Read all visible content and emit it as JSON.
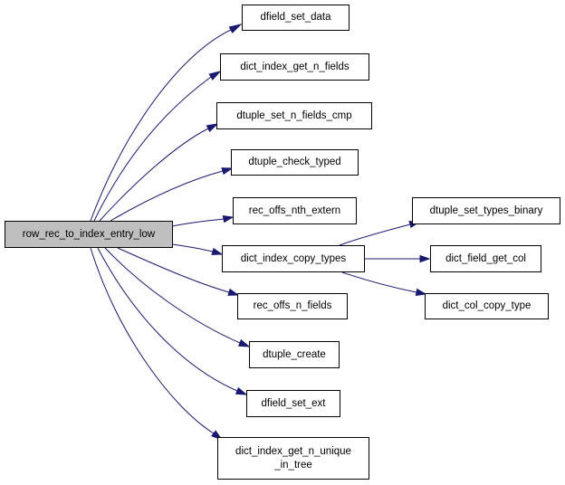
{
  "colors": {
    "edge": "#191970",
    "root_fill": "#bfbfbf",
    "node_fill": "#ffffff",
    "border": "#000000"
  },
  "nodes": {
    "root": "row_rec_to_index_entry_low",
    "dfield_set_data": "dfield_set_data",
    "dict_index_get_n_fields": "dict_index_get_n_fields",
    "dtuple_set_n_fields_cmp": "dtuple_set_n_fields_cmp",
    "dtuple_check_typed": "dtuple_check_typed",
    "rec_offs_nth_extern": "rec_offs_nth_extern",
    "dict_index_copy_types": "dict_index_copy_types",
    "rec_offs_n_fields": "rec_offs_n_fields",
    "dtuple_create": "dtuple_create",
    "dfield_set_ext": "dfield_set_ext",
    "dict_index_get_n_unique_in_tree": "dict_index_get_n_unique\n_in_tree",
    "dtuple_set_types_binary": "dtuple_set_types_binary",
    "dict_field_get_col": "dict_field_get_col",
    "dict_col_copy_type": "dict_col_copy_type"
  },
  "edges": [
    [
      "root",
      "dfield_set_data"
    ],
    [
      "root",
      "dict_index_get_n_fields"
    ],
    [
      "root",
      "dtuple_set_n_fields_cmp"
    ],
    [
      "root",
      "dtuple_check_typed"
    ],
    [
      "root",
      "rec_offs_nth_extern"
    ],
    [
      "root",
      "dict_index_copy_types"
    ],
    [
      "root",
      "rec_offs_n_fields"
    ],
    [
      "root",
      "dtuple_create"
    ],
    [
      "root",
      "dfield_set_ext"
    ],
    [
      "root",
      "dict_index_get_n_unique_in_tree"
    ],
    [
      "dict_index_copy_types",
      "dtuple_set_types_binary"
    ],
    [
      "dict_index_copy_types",
      "dict_field_get_col"
    ],
    [
      "dict_index_copy_types",
      "dict_col_copy_type"
    ]
  ]
}
